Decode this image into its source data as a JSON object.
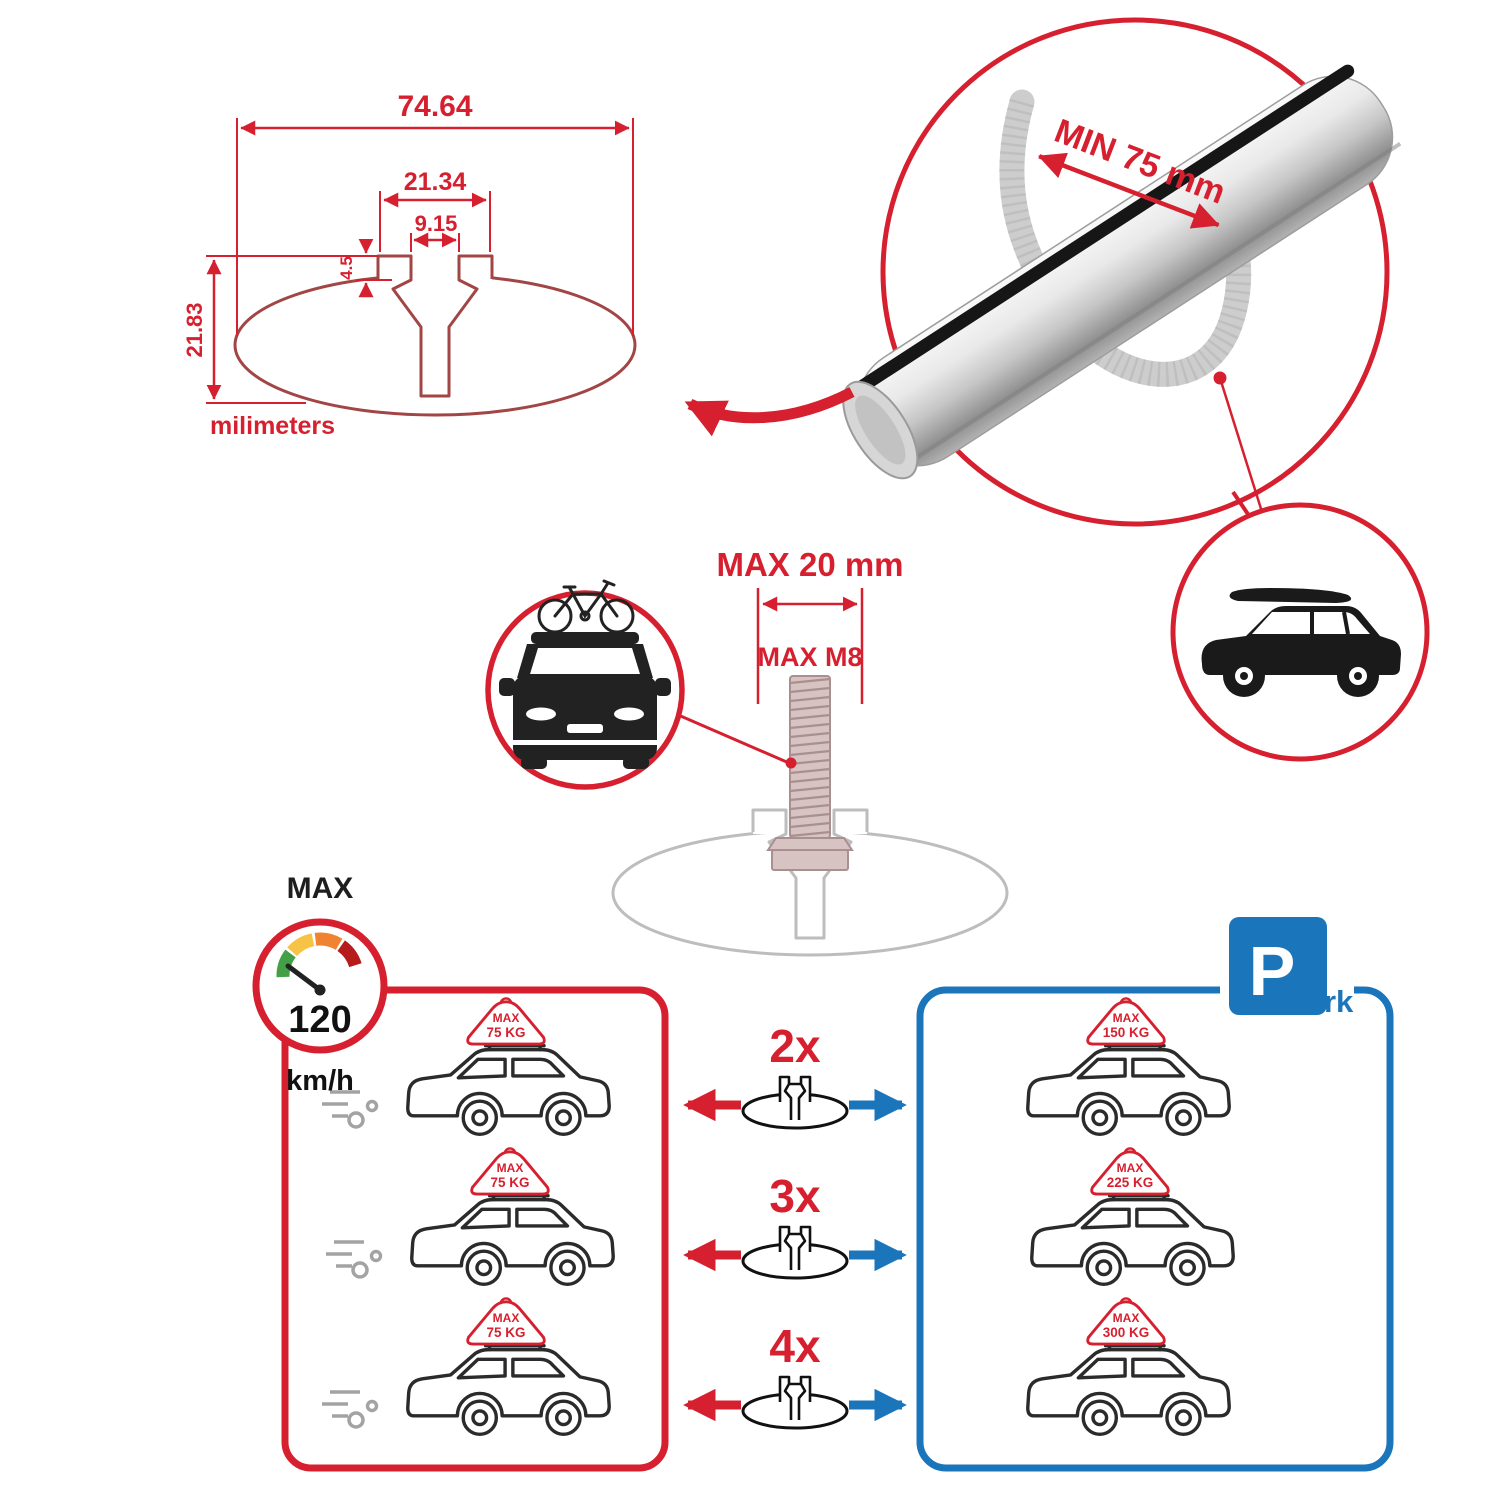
{
  "colors": {
    "red": "#d6202f",
    "profile_red": "#a24545",
    "blue": "#1b75bb",
    "black": "#1e1e1e",
    "ghost_gray": "#bdbdbd",
    "gauge_green": "#43a047",
    "gauge_yellow": "#f6c344",
    "gauge_orange": "#ef8332",
    "gauge_dark_red": "#b71c1c"
  },
  "cross_section": {
    "total_width": "74.64",
    "channel_width": "21.34",
    "slot_width": "9.15",
    "lip_height": "4.5",
    "profile_height": "21.83",
    "units_label": "milimeters"
  },
  "bar_detail": {
    "min_span_label": "MIN 75 mm"
  },
  "bolt": {
    "max_width_label": "MAX 20 mm",
    "max_thread_label": "MAX M8"
  },
  "speed_limit": {
    "heading": "MAX",
    "value": "120",
    "units": "km/h"
  },
  "park_sign": {
    "letter": "P",
    "suffix": "ark"
  },
  "driving_zone": {
    "cars": [
      {
        "tag_line1": "MAX",
        "tag_line2": "75 KG"
      },
      {
        "tag_line1": "MAX",
        "tag_line2": "75 KG"
      },
      {
        "tag_line1": "MAX",
        "tag_line2": "75 KG"
      }
    ]
  },
  "parking_zone": {
    "cars": [
      {
        "tag_line1": "MAX",
        "tag_line2": "150 KG"
      },
      {
        "tag_line1": "MAX",
        "tag_line2": "225 KG"
      },
      {
        "tag_line1": "MAX",
        "tag_line2": "300 KG"
      }
    ]
  },
  "bar_options": [
    {
      "label": "2x"
    },
    {
      "label": "3x"
    },
    {
      "label": "4x"
    }
  ]
}
